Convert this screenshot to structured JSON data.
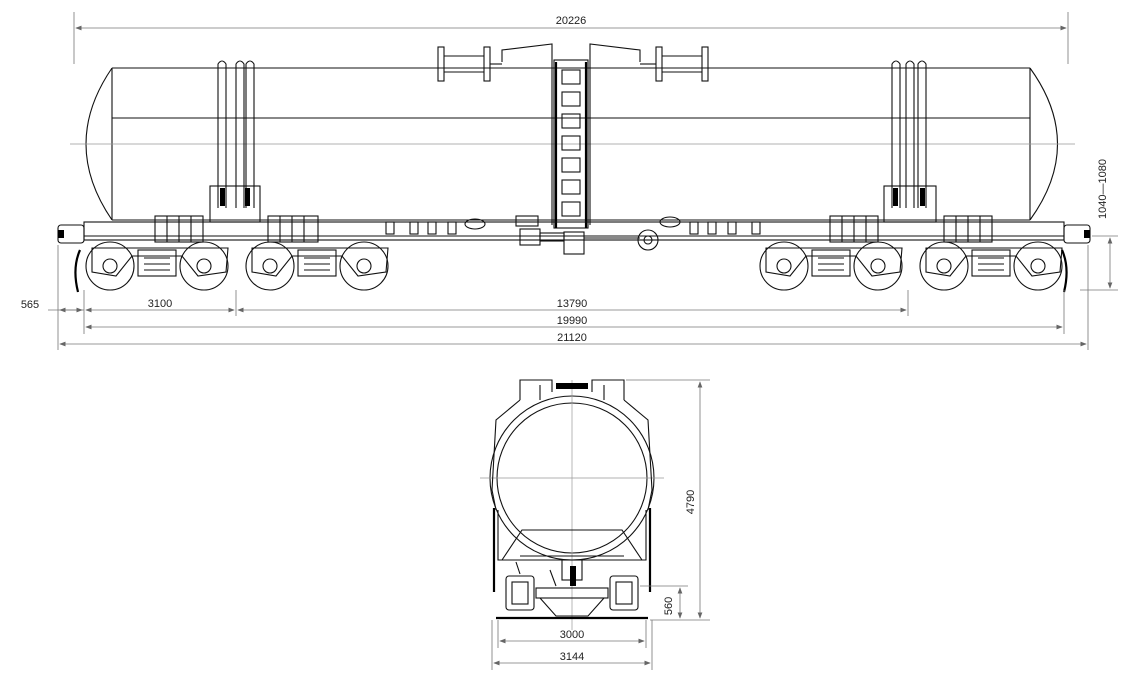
{
  "dimensions": {
    "overall_body_length": "20226",
    "coupling_overhang": "565",
    "bogie_wheelbase": "3100",
    "bogie_centers": "13790",
    "length_over_frame": "19990",
    "length_over_couplers": "21120",
    "coupler_height": "1040—1080",
    "total_height": "4790",
    "bogie_height": "560",
    "track_width": "3000",
    "max_width": "3144"
  },
  "colors": {
    "line": "#111111",
    "dimension": "#777777",
    "text": "#222222"
  }
}
